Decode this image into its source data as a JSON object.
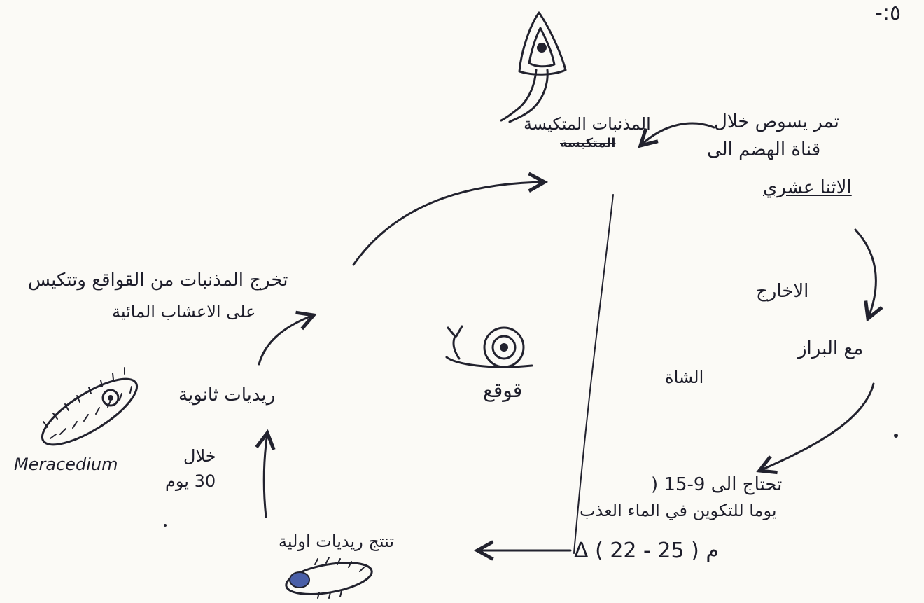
{
  "corner_mark": "-:٥",
  "nodes": {
    "cercariae_stage": "المذنبات المتكيسة",
    "cercariae_scribble": "المتكيسة",
    "ingestion": [
      "تمر يسوص خلال",
      "قناة الهضم الى",
      "الاثنا عشري"
    ],
    "exit": "الاخارج",
    "with_feces": "مع البراز",
    "sheep": "الشاة",
    "snail": "قوقع",
    "egg_conditions": [
      "تحتاج الى 9-15 (",
      "يوما للتكوين في الماء العذب"
    ],
    "temperature": "م ( 25 - 22 ) Δ",
    "primary_rediae": "تنتج ريديات اولية",
    "secondary_rediae": "ريديات ثانوية",
    "within_30_days": [
      "خلال",
      "30 يوم"
    ],
    "miracidium": "Meracedium",
    "cercariae_exit": [
      "تخرج المذنبات من القواقع وتتكيس",
      "على الاعشاب المائية"
    ]
  },
  "icons": {
    "cercaria": "encysted-cercaria-icon",
    "snail": "snail-icon",
    "miracidium": "miracidium-icon",
    "redia": "redia-icon"
  },
  "colors": {
    "ink": "#22222e",
    "paper": "#fbfaf6",
    "accent_blue": "#4a5fa8"
  }
}
